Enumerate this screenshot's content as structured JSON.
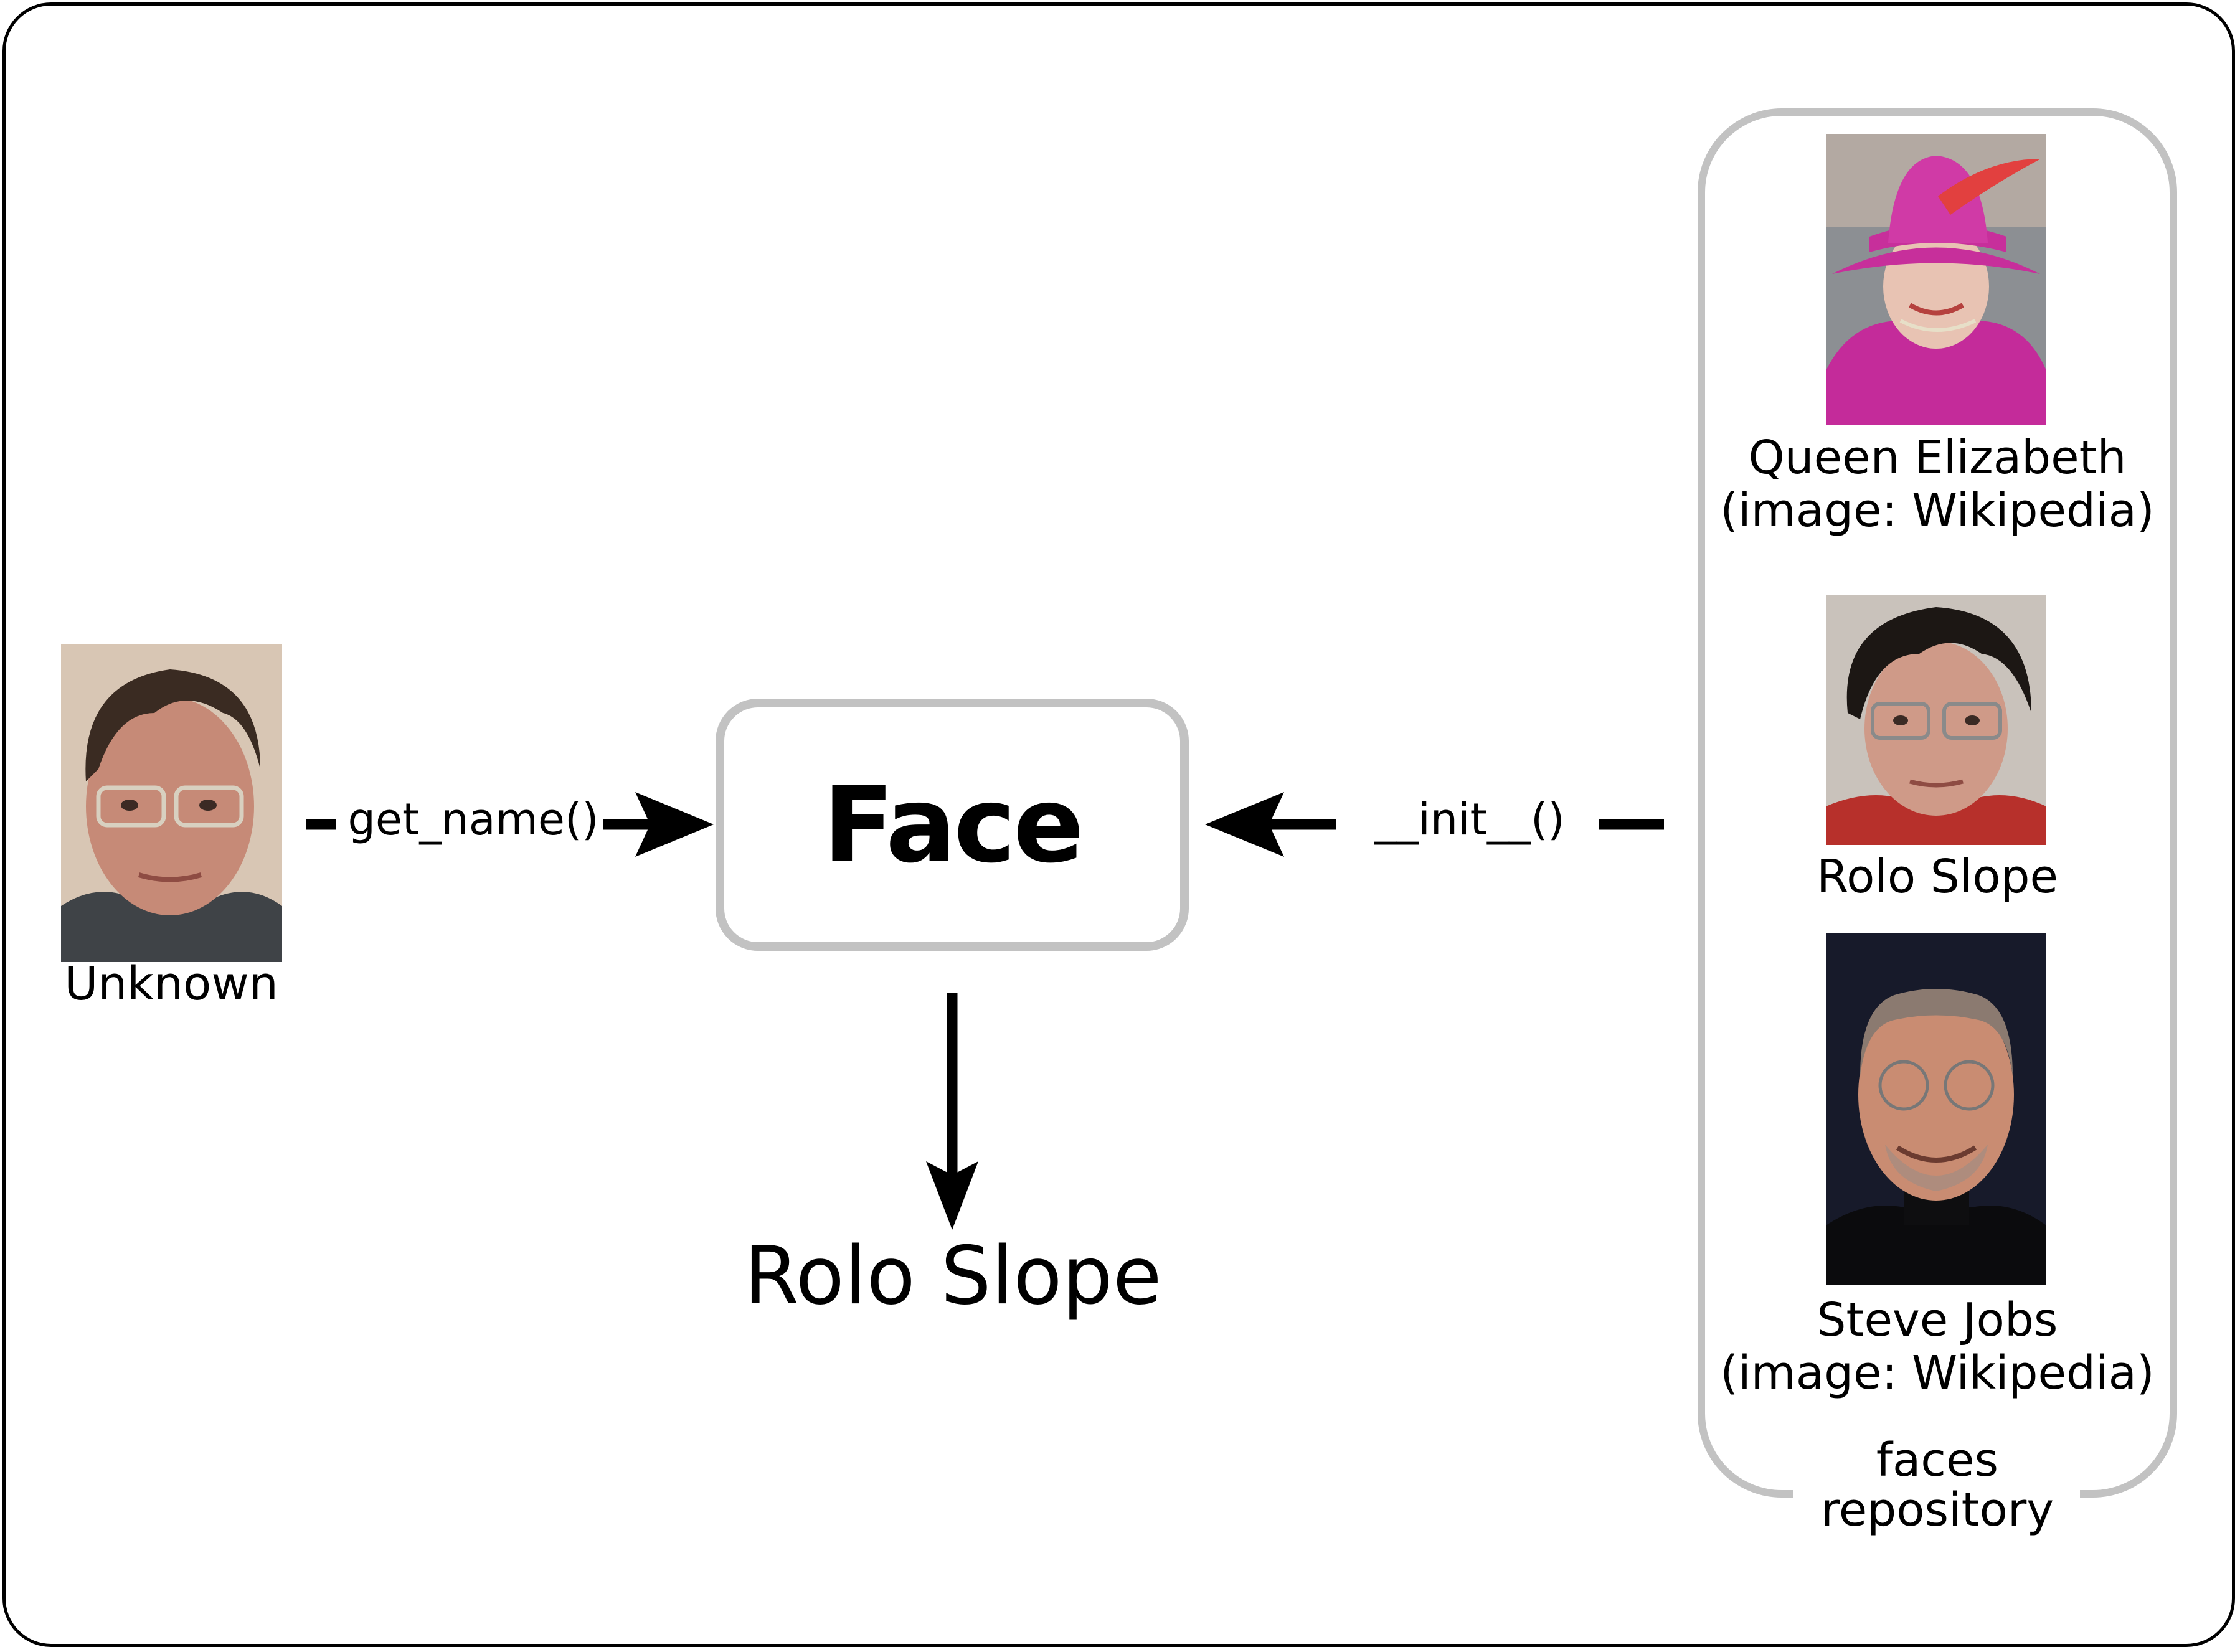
{
  "unknown": {
    "label": "Unknown"
  },
  "center": {
    "title": "Face",
    "result": "Rolo Slope"
  },
  "arrows": {
    "left_label": "get_name()",
    "right_label": "__init__()"
  },
  "repository": {
    "caption_line1": "faces",
    "caption_line2": "repository",
    "items": [
      {
        "name": "Queen Elizabeth",
        "credit": "(image: Wikipedia)"
      },
      {
        "name": "Rolo Slope",
        "credit": ""
      },
      {
        "name": "Steve Jobs",
        "credit": "(image: Wikipedia)"
      }
    ]
  },
  "colors": {
    "box_border": "#c2c2c2",
    "line": "#000000"
  }
}
